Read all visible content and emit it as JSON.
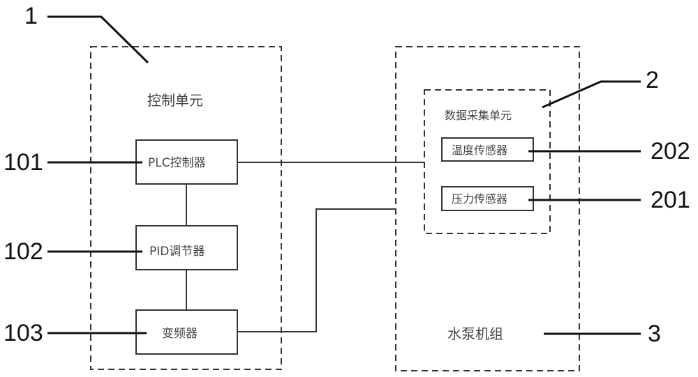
{
  "diagram": {
    "colors": {
      "line": "#333333",
      "leader": "#111111",
      "text": "#444444"
    },
    "control_unit": {
      "ref": "1",
      "title": "控制单元",
      "components": [
        {
          "ref": "101",
          "label": "PLC控制器"
        },
        {
          "ref": "102",
          "label": "PID调节器"
        },
        {
          "ref": "103",
          "label": "变频器"
        }
      ]
    },
    "data_acquisition_unit": {
      "ref": "2",
      "title": "数据采集单元",
      "sensors": [
        {
          "ref": "202",
          "label": "温度传感器"
        },
        {
          "ref": "201",
          "label": "压力传感器"
        }
      ]
    },
    "pump_unit": {
      "ref": "3",
      "title": "水泵机组"
    }
  }
}
